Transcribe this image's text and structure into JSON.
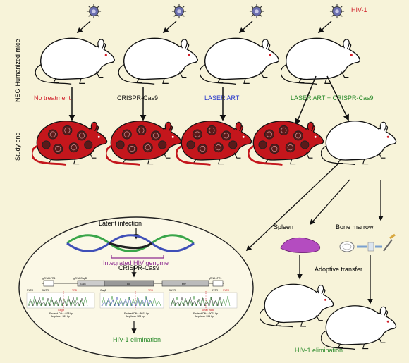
{
  "labels": {
    "virus": "HIV-1",
    "row1": "NSG-Humanized mice",
    "row2": "Study end",
    "no_treatment": "No treatment",
    "crispr": "CRISPR-Cas9",
    "laser_art": "LASER ART",
    "combo": "LASER ART + CRISPR-Cas9",
    "latent": "Latent infection",
    "integrated": "Integrated HIV genome",
    "crispr_inset": "CRISPR-Cas9",
    "inset_elim": "HIV-1 elimination",
    "spleen": "Spleen",
    "bone_marrow": "Bone marrow",
    "adoptive": "Adoptive transfer",
    "final_elim": "HIV-1 elimination"
  },
  "gel": {
    "genome_ltr_left": "5'LTR",
    "genome_ltr_right": "3'LTR",
    "g1": "gRNA LTR1",
    "g2": "gRNA GagD",
    "g3": "gRNA LTR1",
    "gene_gag": "GAG",
    "gene_pol": "pol",
    "gene_env": "env",
    "seq_left_top": "5'LTR",
    "seq_left_cut": "TRD",
    "seq_left_sub": "GagD",
    "seq_left_info1": "Excised DNA: 978 bp",
    "seq_left_info2": "Amplicon: 189 bp",
    "seq_mid_top": "GagD",
    "seq_mid_cut": "TRD",
    "seq_mid_info1": "Excised DNA: 8074 bp",
    "seq_mid_info2": "Amplicon: 523 bp",
    "seq_right_top": "5'LTR",
    "seq_right_cut": "3'LTR",
    "seq_right_sub": "Small track",
    "seq_right_info1": "Excised DNA: 9074 bp",
    "seq_right_info2": "Amplicon: 396 bp"
  },
  "colors": {
    "background": "#f7f3d9",
    "red_text": "#d0202a",
    "blue_text": "#2233cc",
    "green_text": "#2a8a2a",
    "infected_mouse": "#c4161c",
    "purple": "#8e2c91",
    "dna_green": "#3aa64a",
    "dna_blue": "#3f4fb8",
    "spleen": "#b44cc0"
  }
}
